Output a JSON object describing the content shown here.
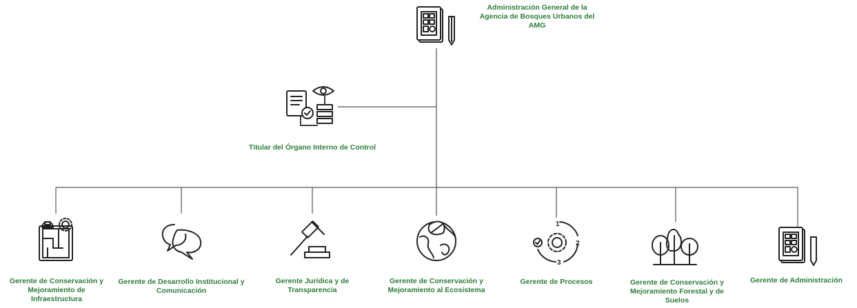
{
  "colors": {
    "accent": "#2e7d3a",
    "lines": "#555555",
    "icons": "#222222"
  },
  "top": {
    "label": "Administración General de la Agencia de Bosques Urbanos del AMG",
    "icon": "calculator-document-icon"
  },
  "control": {
    "label": "Titular del Órgano Interno de Control",
    "icon": "audit-document-eye-icon"
  },
  "managers": [
    {
      "label": "Gerente de Conservación y Mejoramiento de Infraestructura",
      "icon": "blueprint-gears-icon"
    },
    {
      "label": "Gerente de Desarrollo Institucional y Comunicación",
      "icon": "chat-bubbles-icon"
    },
    {
      "label": "Gerente Jurídica y de Transparencia",
      "icon": "gavel-icon"
    },
    {
      "label": "Gerente de Conservación y Mejoramiento al Ecosistema",
      "icon": "globe-leaf-icon"
    },
    {
      "label": "Gerente de Procesos",
      "icon": "process-cycle-gear-icon"
    },
    {
      "label": "Gerente de Conservación y Mejoramiento Forestal y de Suelos",
      "icon": "trees-icon"
    },
    {
      "label": "Gerente de Administración",
      "icon": "calculator-document-icon"
    }
  ]
}
